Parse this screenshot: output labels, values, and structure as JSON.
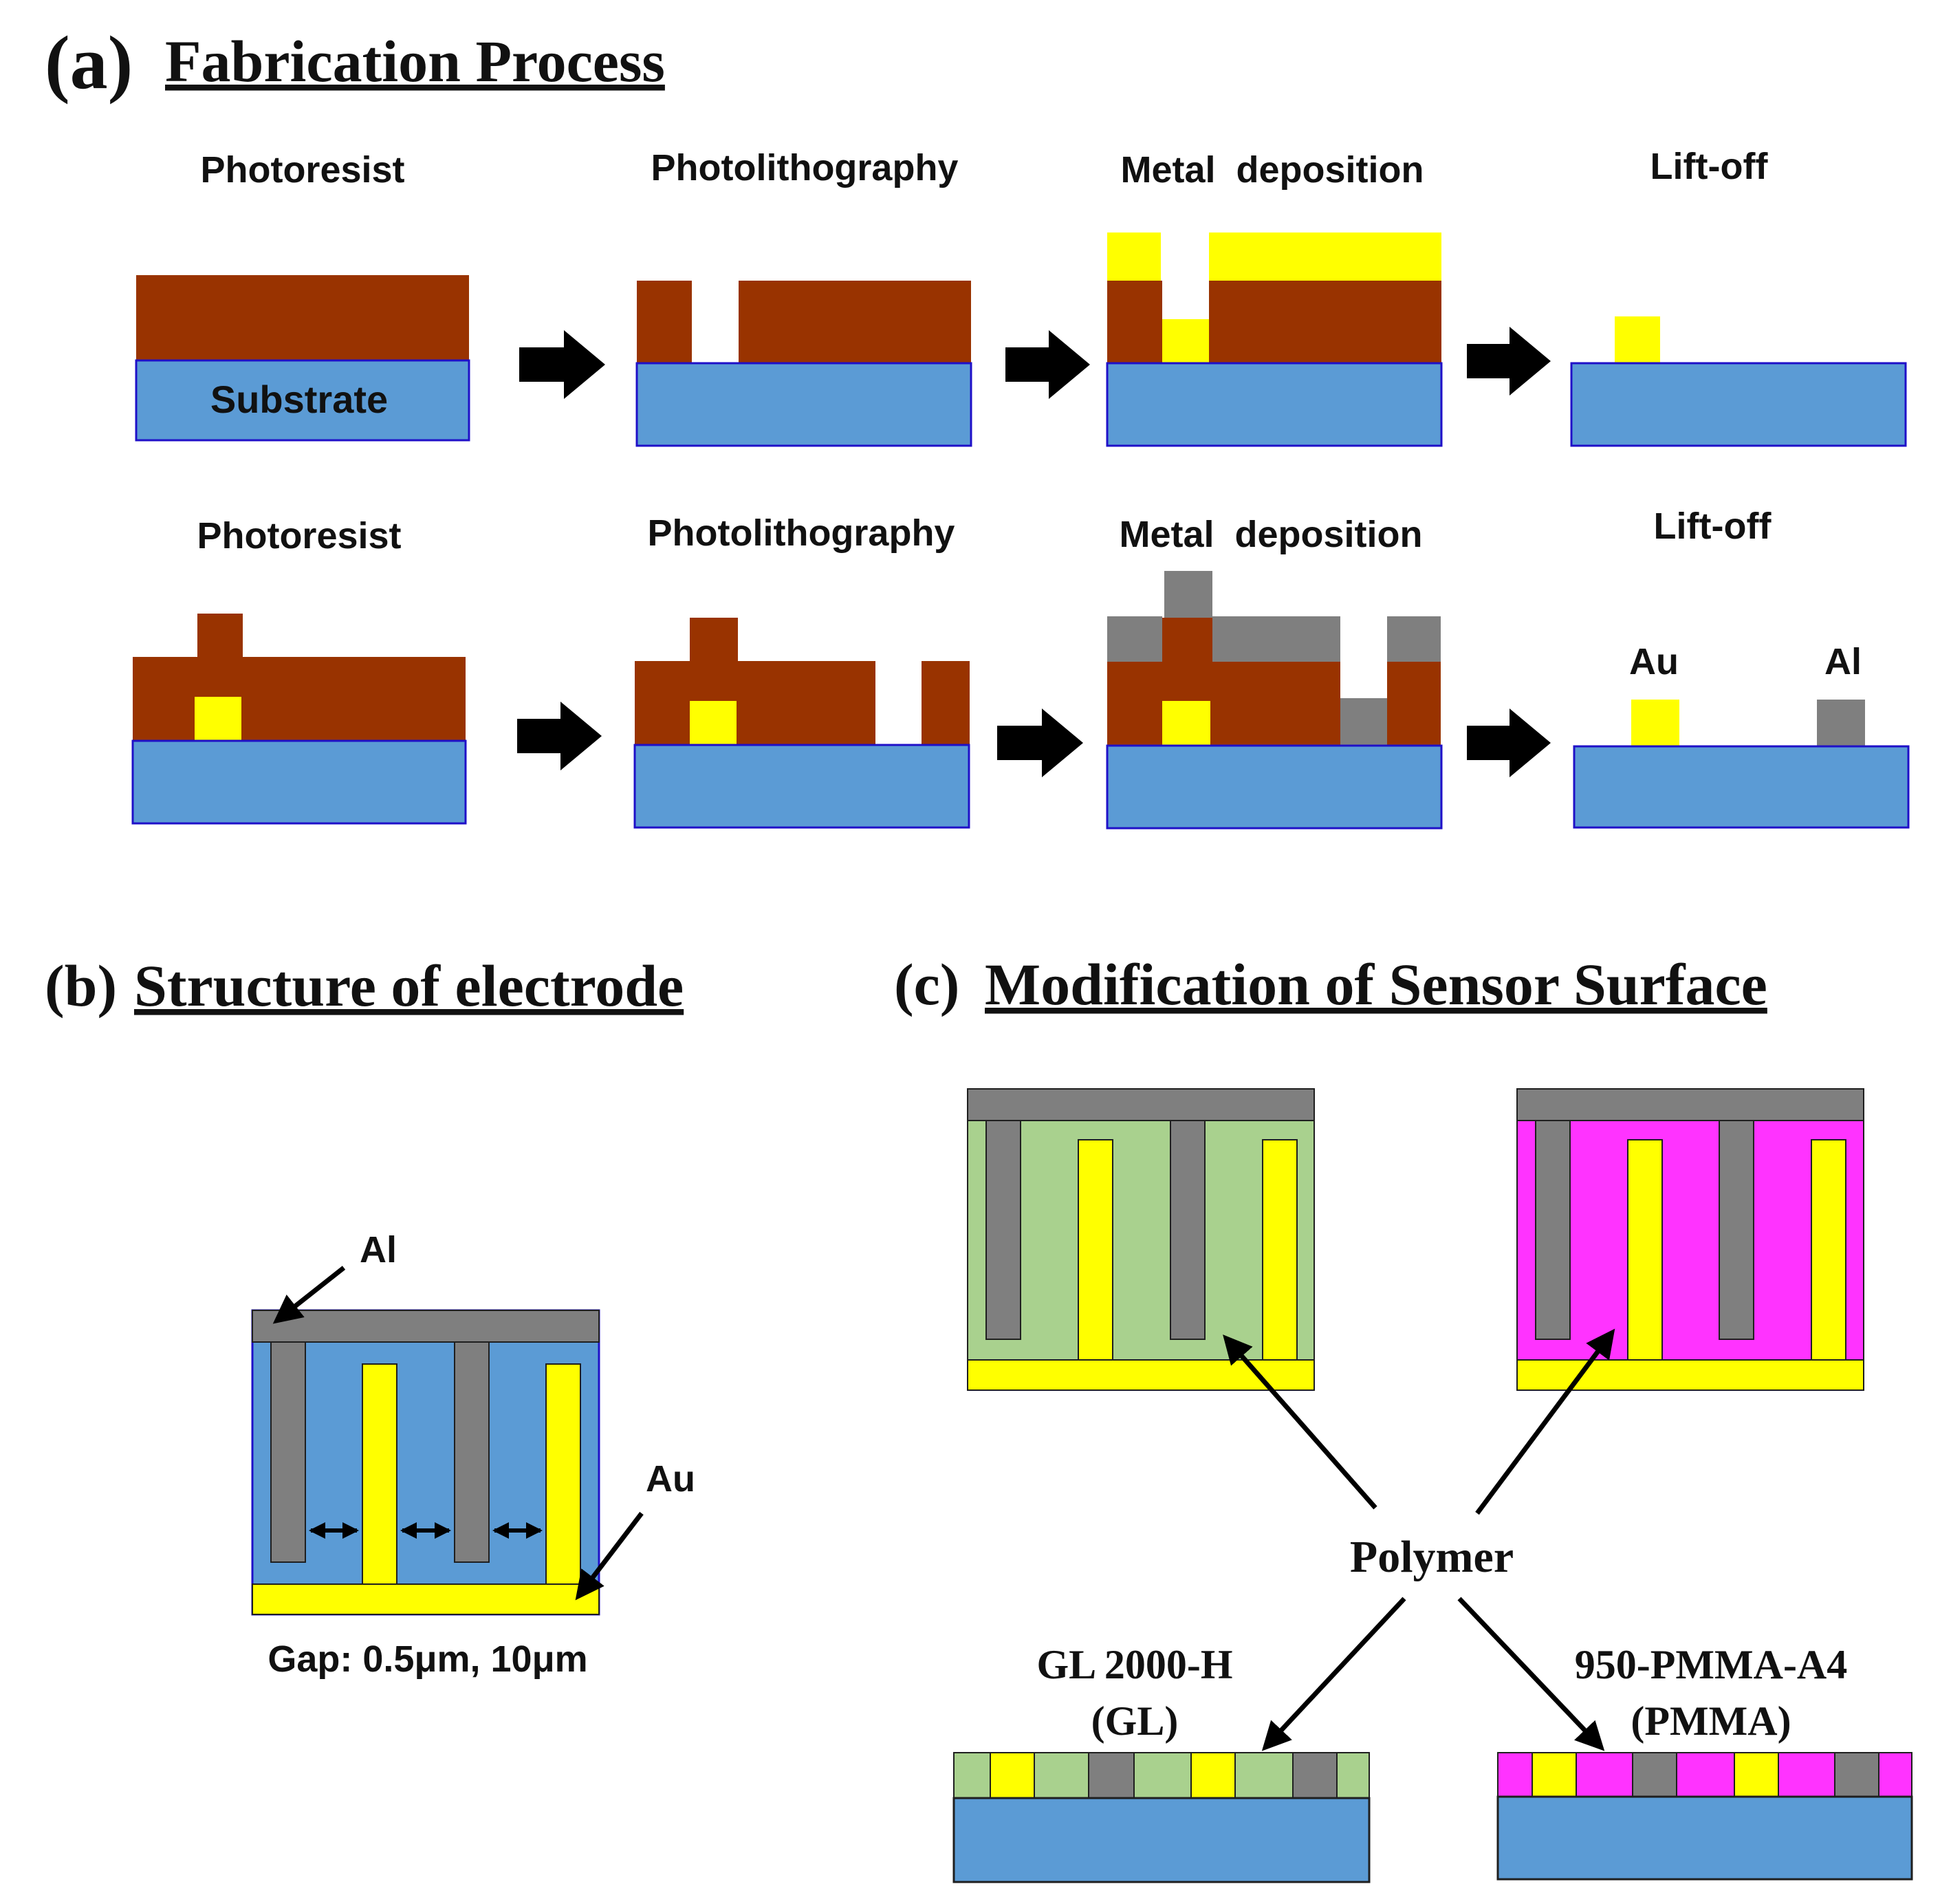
{
  "colors": {
    "substrate": "#5b9bd5",
    "substrate_border": "#1f10c8",
    "photoresist": "#993300",
    "gold": "#ffff00",
    "aluminum": "#7f7f7f",
    "polymer_gl": "#a9d18e",
    "polymer_pmma": "#ff33ff",
    "arrow": "#000000",
    "text": "#111111"
  },
  "panel_a": {
    "letter": "(a)",
    "title": "Fabrication Process",
    "row1": {
      "step1": "Photoresist",
      "step2": "Photolithography",
      "step3": "Metal  deposition",
      "step4": "Lift-off",
      "substrate_label": "Substrate"
    },
    "row2": {
      "step1": "Photoresist",
      "step2": "Photolithography",
      "step3": "Metal  deposition",
      "step4": "Lift-off",
      "au_label": "Au",
      "al_label": "Al"
    }
  },
  "panel_b": {
    "letter": "(b)",
    "title": "Structure of electrode",
    "al_label": "Al",
    "au_label": "Au",
    "gap_label": "Gap: 0.5μm, 10μm"
  },
  "panel_c": {
    "letter": "(c)",
    "title": "Modification of Sensor Surface",
    "polymer_label": "Polymer",
    "gl_name": "GL 2000-H",
    "gl_abbr": "(GL)",
    "pmma_name": "950-PMMA-A4",
    "pmma_abbr": "(PMMA)"
  }
}
